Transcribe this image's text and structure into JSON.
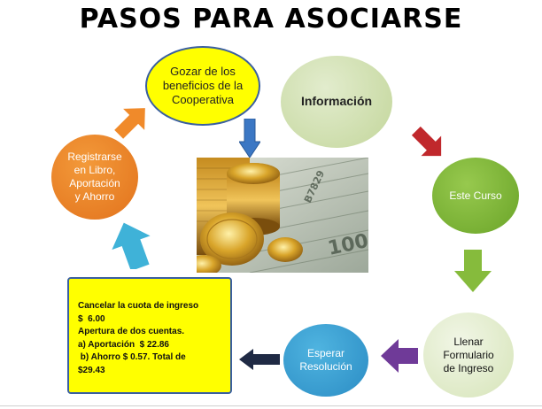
{
  "title": "PASOS PARA ASOCIARSE",
  "steps": {
    "gozar": "Gozar de los\nbeneficios de la\nCooperativa",
    "informacion": "Información",
    "curso": "Este Curso",
    "llenar": "Llenar\nFormulario\nde Ingreso",
    "esperar": "Esperar\nResolución",
    "registrar": "Registrarse\nen Libro,\nAportación\ny  Ahorro"
  },
  "requirements": [
    "Cancelar la cuota de ingreso",
    "$  6.00",
    "Apertura de dos cuentas.",
    "a) Aportación  $ 22.86",
    " b) Ahorro $ 0.57. Total de",
    "$29.43"
  ],
  "image": "coins-and-dollar-bills-photo",
  "colors": {
    "yellow": "#ffff00",
    "light_green": "#c3d69b",
    "green": "#6aa428",
    "blue": "#2b8cc4",
    "orange": "#e2721c",
    "arrow_red": "#c0282c",
    "arrow_purple": "#6f3a98",
    "arrow_green": "#86bb3c",
    "arrow_cyan": "#3fb2d8",
    "arrow_orange": "#f08a2a",
    "arrow_blue": "#3b77c4",
    "arrow_navy": "#1f2a44"
  }
}
